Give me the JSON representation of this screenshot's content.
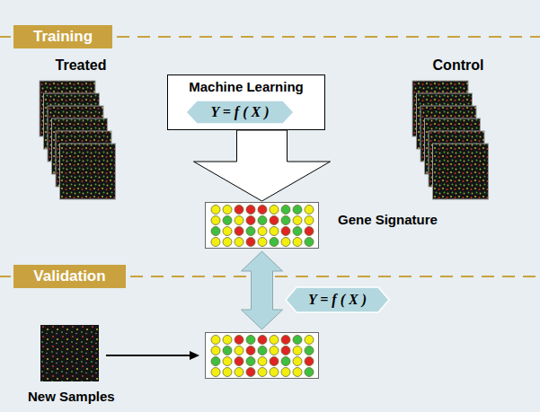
{
  "diagram": {
    "nodes": [
      {
        "text": [
          "Training"
        ]
      },
      {
        "text": [
          "Treated"
        ]
      },
      {
        "text": [
          "Machine Learning"
        ]
      },
      {
        "text": [
          "Y = f ( X )"
        ],
        "in": 2
      },
      {
        "text": [
          "Control"
        ]
      },
      {
        "text": [
          "Gene Signature"
        ]
      },
      {
        "text": [
          "Validation"
        ]
      },
      {
        "text": [
          "Y = f ( X )"
        ]
      },
      {
        "text": [
          "New Samples"
        ]
      },
      {
        "text": []
      }
    ],
    "edges": [
      {
        "from": 2,
        "to": 5,
        "arrow": "to"
      },
      {
        "from": 5,
        "to": 9,
        "arrow": "both"
      },
      {
        "from": 8,
        "to": 9,
        "arrow": "to"
      }
    ]
  }
}
